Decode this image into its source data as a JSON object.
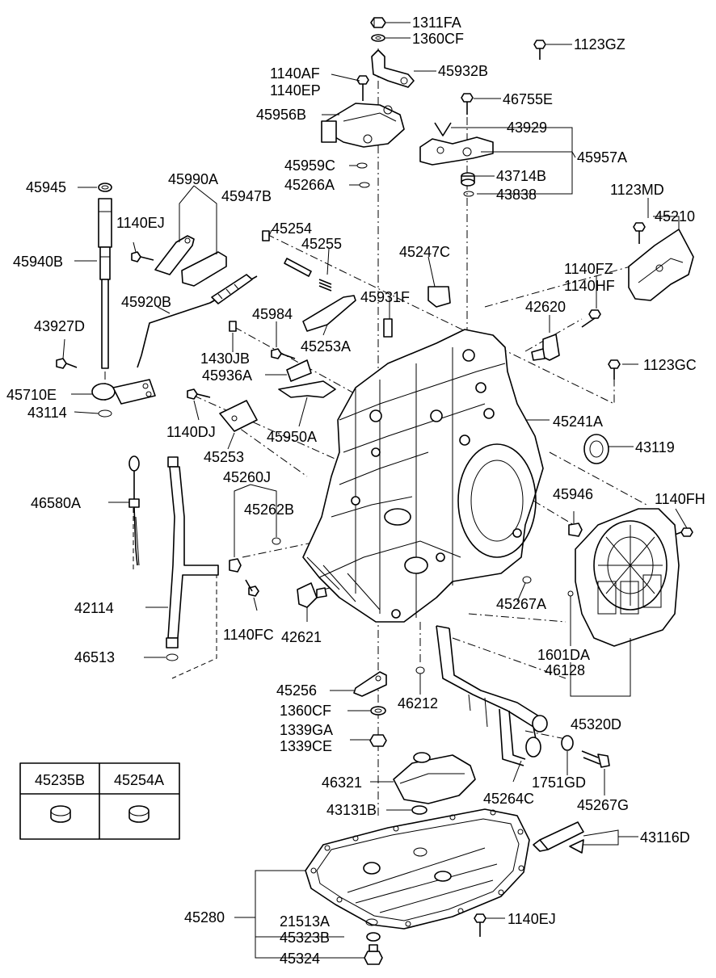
{
  "labels": {
    "l1311fa": "1311FA",
    "l1360cf_top": "1360CF",
    "l1123gz": "1123GZ",
    "l45932b": "45932B",
    "l1140af": "1140AF",
    "l1140ep": "1140EP",
    "l46755e": "46755E",
    "l45956b": "45956B",
    "l43929": "43929",
    "l45957a": "45957A",
    "l45959c": "45959C",
    "l45266a": "45266A",
    "l43714b": "43714B",
    "l43838": "43838",
    "l45945": "45945",
    "l45990a": "45990A",
    "l45947b": "45947B",
    "l1123md": "1123MD",
    "l45210": "45210",
    "l45254": "45254",
    "l1140ej_left": "1140EJ",
    "l45255": "45255",
    "l45247c": "45247C",
    "l45940b": "45940B",
    "l1140fz": "1140FZ",
    "l1140hf": "1140HF",
    "l45920b": "45920B",
    "l45931f": "45931F",
    "l42620": "42620",
    "l45984": "45984",
    "l43927d": "43927D",
    "l45253a": "45253A",
    "l1430jb": "1430JB",
    "l1123gc": "1123GC",
    "l45936a": "45936A",
    "l45710e": "45710E",
    "l43114": "43114",
    "l45241a": "45241A",
    "l1140dj": "1140DJ",
    "l45950a": "45950A",
    "l43119": "43119",
    "l45253": "45253",
    "l45260j": "45260J",
    "l45946": "45946",
    "l1140fh": "1140FH",
    "l46580a": "46580A",
    "l45262b": "45262B",
    "l42114": "42114",
    "l45267a": "45267A",
    "l1140fc": "1140FC",
    "l42621": "42621",
    "l46513": "46513",
    "l1601da": "1601DA",
    "l46128": "46128",
    "l45256": "45256",
    "l46212": "46212",
    "l1360cf_bot": "1360CF",
    "l45320d": "45320D",
    "l1339ga": "1339GA",
    "l1339ce": "1339CE",
    "l46321": "46321",
    "l1751gd": "1751GD",
    "l45264c": "45264C",
    "l45267g": "45267G",
    "l43131b": "43131B",
    "l43116d": "43116D",
    "l45280": "45280",
    "l21513a": "21513A",
    "l45323b": "45323B",
    "l1140ej_bot": "1140EJ",
    "l45324": "45324"
  },
  "legend": {
    "col1": "45235B",
    "col2": "45254A"
  }
}
